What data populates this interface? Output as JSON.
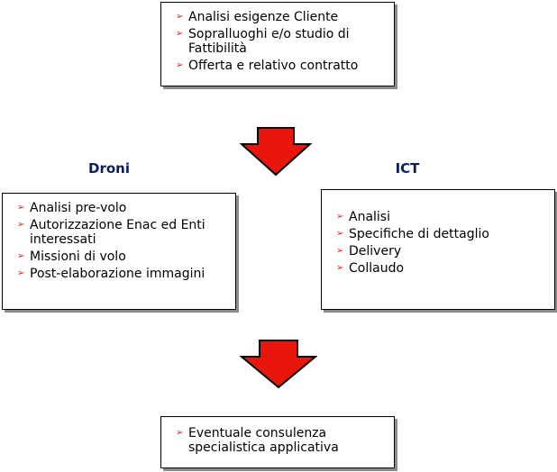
{
  "bullet_glyph": "➢",
  "colors": {
    "arrow": "#e8160c",
    "bullet": "#e0201b",
    "heading": "#0b1f5c",
    "shadow": "#8c8c8c"
  },
  "top_box": {
    "items": [
      "Analisi esigenze Cliente",
      "Sopralluoghi e/o studio di Fattibilità",
      "Offerta e relativo contratto"
    ]
  },
  "droni": {
    "heading": "Droni",
    "items": [
      "Analisi pre-volo",
      "Autorizzazione Enac ed Enti interessati",
      "Missioni di volo",
      "Post-elaborazione immagini"
    ]
  },
  "ict": {
    "heading": "ICT",
    "items": [
      "Analisi",
      "Specifiche di dettaglio",
      "Delivery",
      "Collaudo"
    ]
  },
  "bottom_box": {
    "items": [
      "Eventuale consulenza specialistica applicativa"
    ]
  }
}
